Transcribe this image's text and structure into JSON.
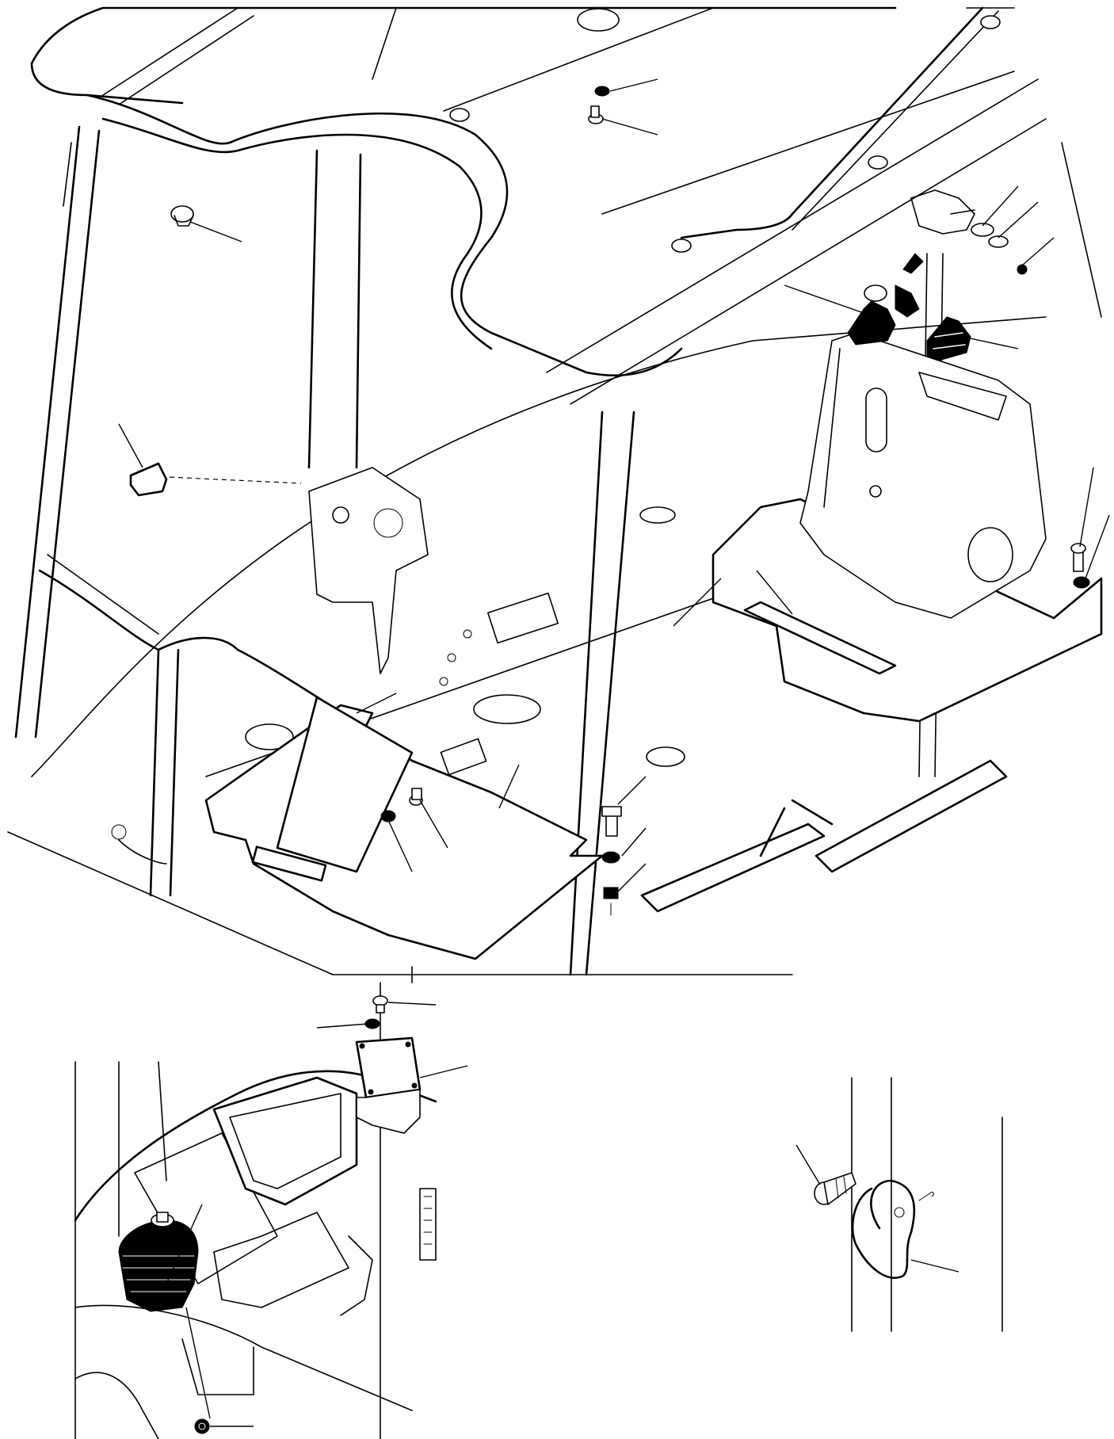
{
  "diagram": {
    "views": [
      {
        "id": "main-cab-view"
      },
      {
        "id": "console-detail-view"
      },
      {
        "id": "hook-detail-view"
      }
    ],
    "parts": [
      "cab-roof",
      "roof-frame",
      "front-pillar",
      "rear-pillar",
      "floor-plate",
      "left-floor-cover",
      "right-floor-cover",
      "right-control-console",
      "control-lever-boot",
      "spare-lever-boot",
      "plug",
      "grommet",
      "bolt",
      "washer",
      "nut",
      "cover-plate",
      "hook"
    ],
    "colors": {
      "line": "#000000",
      "background": "#ffffff"
    }
  }
}
